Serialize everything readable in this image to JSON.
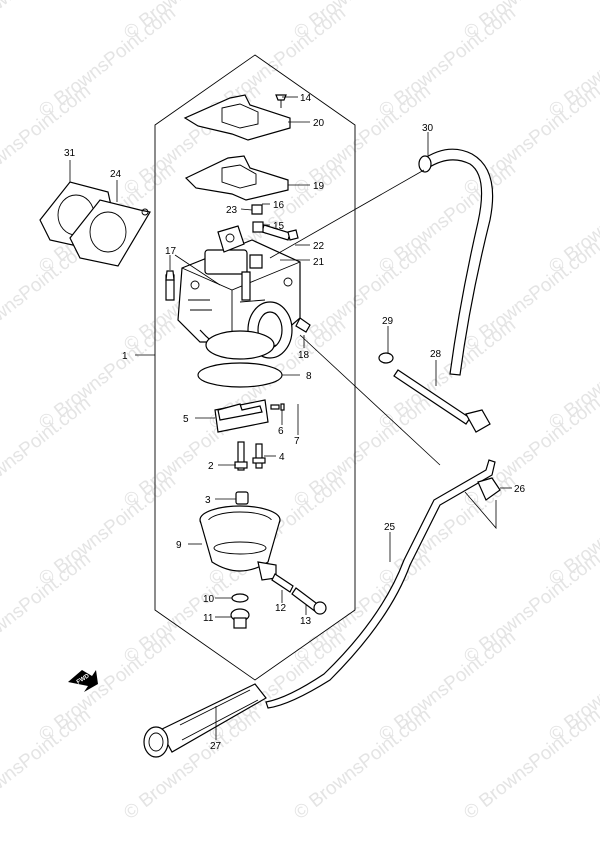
{
  "watermark": {
    "text": "© BrownsPoint.com"
  },
  "fwd_label": "FWD",
  "callouts": {
    "c1": "1",
    "c2": "2",
    "c3": "3",
    "c4": "4",
    "c5": "5",
    "c6": "6",
    "c7": "7",
    "c8": "8",
    "c9": "9",
    "c10": "10",
    "c11": "11",
    "c12": "12",
    "c13": "13",
    "c14": "14",
    "c15": "15",
    "c16": "16",
    "c17": "17",
    "c18": "18",
    "c19": "19",
    "c20": "20",
    "c21": "21",
    "c22": "22",
    "c23": "23",
    "c24": "24",
    "c25": "25",
    "c26": "26",
    "c27": "27",
    "c28": "28",
    "c29": "29",
    "c30": "30",
    "c31": "31"
  }
}
